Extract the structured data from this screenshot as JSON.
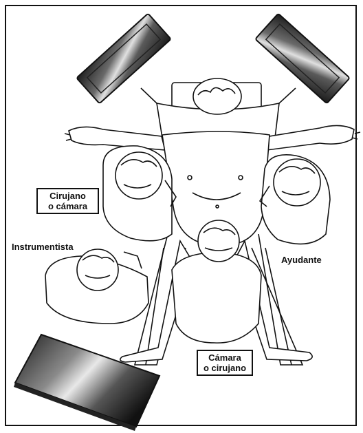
{
  "labels": {
    "surgeon_or_camera": [
      "Cirujano",
      "o cámara"
    ],
    "scrub_nurse": "Instrumentista",
    "assistant": "Ayudante",
    "camera_or_surgeon": [
      "Cámara",
      "o cirujano"
    ]
  },
  "colors": {
    "line": "#111111",
    "monitor_dark": "#2a2a2a",
    "monitor_light": "#d9d9d9"
  }
}
